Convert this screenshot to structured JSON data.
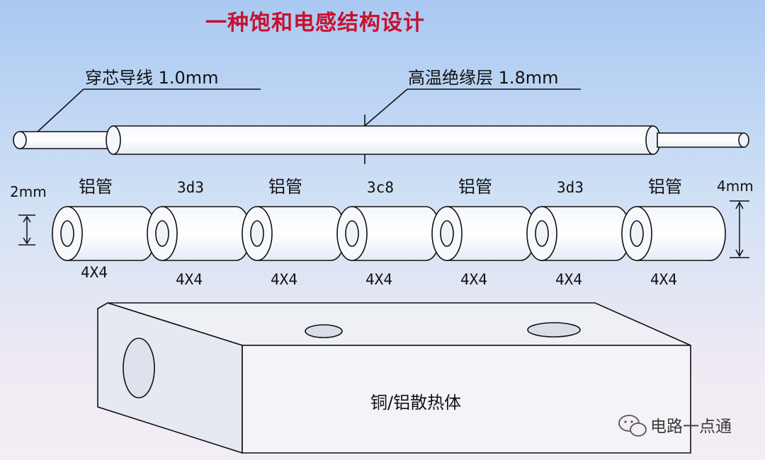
{
  "title": "一种饱和电感结构设计",
  "wire_label": "穿芯导线 1.0mm",
  "insulation_label": "高温绝缘层 1.8mm",
  "left_dim": "2mm",
  "right_dim": "4mm",
  "rings": [
    {
      "top": "铝管",
      "bottom": "4X4"
    },
    {
      "top": "3d3",
      "bottom": "4X4"
    },
    {
      "top": "铝管",
      "bottom": "4X4"
    },
    {
      "top": "3c8",
      "bottom": "4X4"
    },
    {
      "top": "铝管",
      "bottom": "4X4"
    },
    {
      "top": "3d3",
      "bottom": "4X4"
    },
    {
      "top": "铝管",
      "bottom": "4X4"
    }
  ],
  "heatsink_label": "铜/铝散热体",
  "watermark": "电路一点通"
}
